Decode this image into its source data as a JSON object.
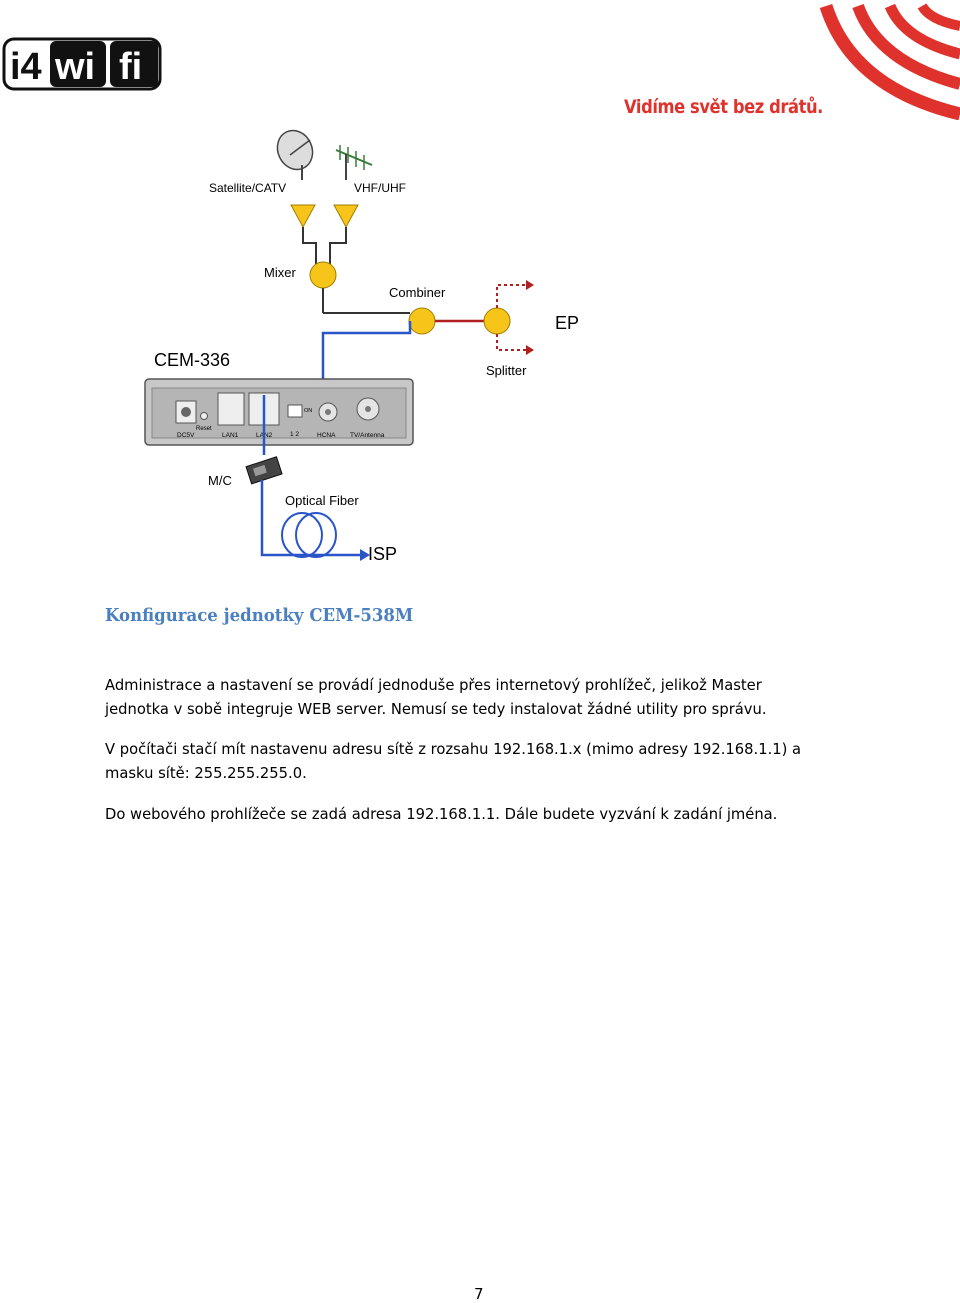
{
  "header": {
    "logo_text": "i4wifi",
    "tagline": "Vidíme svět bez drátů."
  },
  "diagram": {
    "labels": {
      "satellite": "Satellite/CATV",
      "vhf": "VHF/UHF",
      "mixer": "Mixer",
      "combiner": "Combiner",
      "ep": "EP",
      "splitter": "Splitter",
      "device": "CEM-336",
      "mc": "M/C",
      "optical_fiber": "Optical Fiber",
      "isp": "ISP"
    },
    "ports": {
      "dc": "DC5V",
      "reset": "Reset",
      "lan1": "LAN1",
      "lan2": "LAN2",
      "switch": "1  2",
      "switch_on": "ON",
      "hcna": "HCNA",
      "tv": "TV/Antenna"
    },
    "colors": {
      "amplifier": "#f7c51a",
      "coax": "#2a55c8",
      "combiner_line": "#b02020",
      "device_body": "#c8c8c8"
    }
  },
  "content": {
    "heading": "Konfigurace jednotky CEM-538M",
    "paragraph1": "Administrace a nastavení se provádí jednoduše přes internetový prohlížeč, jelikož Master jednotka v sobě integruje WEB server. Nemusí se tedy instalovat žádné utility pro správu.",
    "paragraph2": "V počítači stačí mít nastavenu adresu sítě z rozsahu 192.168.1.x (mimo adresy 192.168.1.1) a  masku sítě: 255.255.255.0.",
    "paragraph3": "Do webového prohlížeče se zadá adresa 192.168.1.1. Dále budete vyzvání k zadání jména."
  },
  "footer": {
    "page_number": "7"
  }
}
